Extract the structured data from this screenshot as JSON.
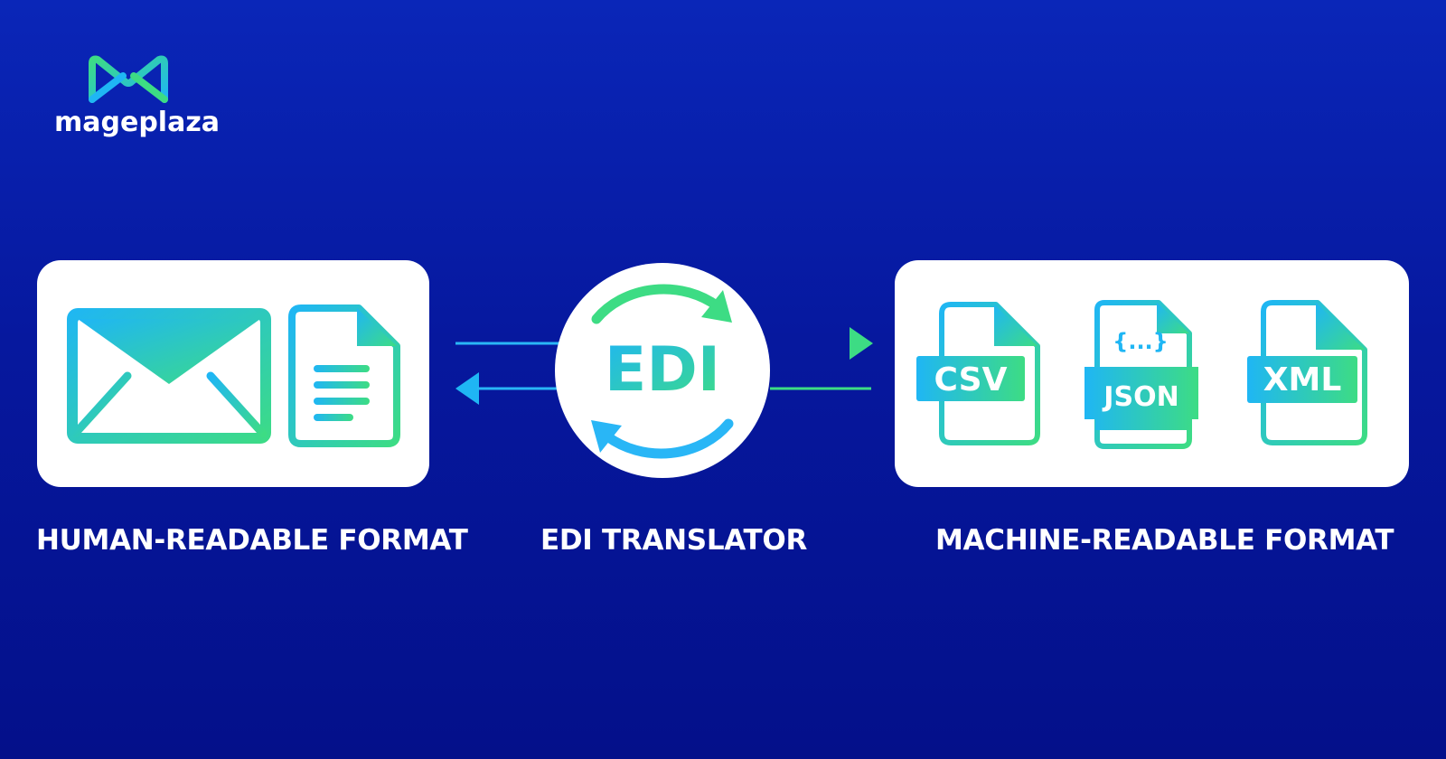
{
  "brand": {
    "name": "mageplaza",
    "logo_icon": "mageplaza-m-logo-icon"
  },
  "left_block": {
    "caption": "HUMAN-READABLE FORMAT",
    "icons": [
      "envelope-icon",
      "document-icon"
    ]
  },
  "center_block": {
    "caption": "EDI TRANSLATOR",
    "hub_label": "EDI",
    "hub_icon": "sync-arrows-icon"
  },
  "right_block": {
    "caption": "MACHINE-READABLE FORMAT",
    "files": [
      {
        "label": "CSV",
        "icon": "csv-file-icon"
      },
      {
        "label": "JSON",
        "icon": "json-file-icon",
        "glyph": "{...}"
      },
      {
        "label": "XML",
        "icon": "xml-file-icon"
      }
    ]
  },
  "colors": {
    "background": "#0a26b8",
    "accent_green": "#3ddc84",
    "accent_blue": "#29b6f6",
    "panel": "#ffffff",
    "text": "#ffffff"
  }
}
